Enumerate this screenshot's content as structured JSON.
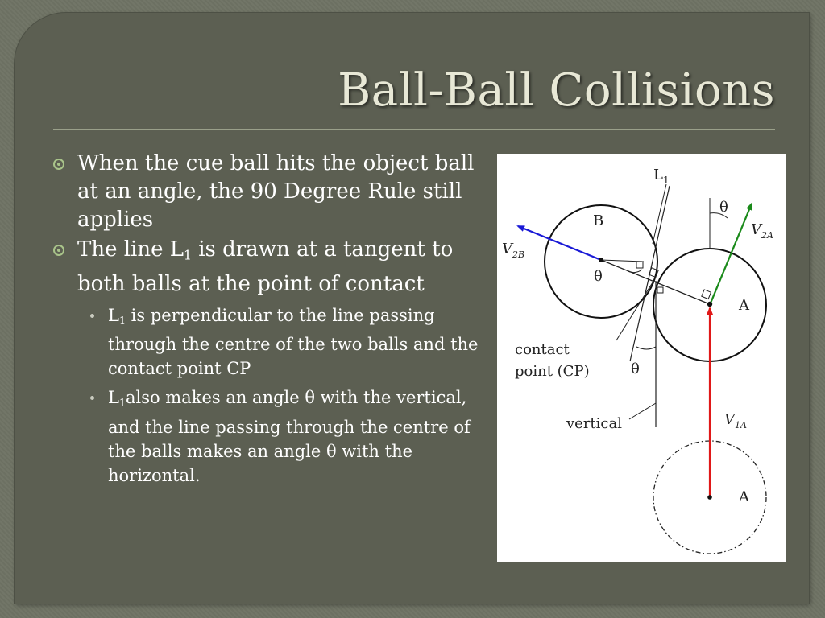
{
  "slide": {
    "title": "Ball-Ball Collisions"
  },
  "bullets": [
    {
      "text": "When the cue ball hits the object ball at an angle, the 90 Degree Rule still applies"
    },
    {
      "text_before": "The line L",
      "subscript": "1",
      "text_after": " is drawn at a tangent to both balls at the point of contact"
    }
  ],
  "subbullets": [
    {
      "text_before": "L",
      "subscript": "1",
      "text_after": " is perpendicular to the line passing through the centre of the two balls and the contact point CP"
    },
    {
      "text_before": "L",
      "subscript": "1",
      "text_after": "also makes an angle θ with the vertical, and the line passing through the centre of the balls makes an angle θ with the horizontal."
    }
  ],
  "figure": {
    "label_L1": "L",
    "label_L1_sub": "1",
    "label_B": "B",
    "label_A_top": "A",
    "label_A_bottom": "A",
    "label_theta_top": "θ",
    "label_theta_left": "θ",
    "label_theta_bottom": "θ",
    "label_V2B": "V",
    "label_V2B_sub": "2B",
    "label_V2A": "V",
    "label_V2A_sub": "2A",
    "label_V1A": "V",
    "label_V1A_sub": "1A",
    "label_contact_line1": "contact",
    "label_contact_line2": "point (CP)",
    "label_vertical": "vertical",
    "colors": {
      "v2b_arrow": "#1a1ad6",
      "v2a_arrow": "#1a8a1a",
      "v1a_arrow": "#e01818"
    }
  }
}
